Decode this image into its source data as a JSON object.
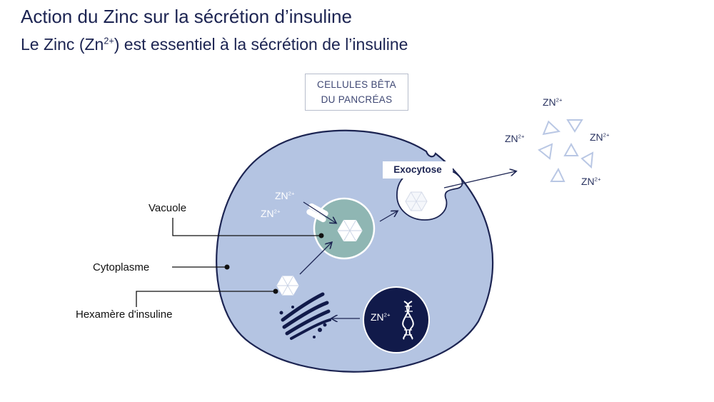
{
  "header": {
    "title": "Action du Zinc sur la sécrétion d’insuline",
    "subtitle_pre": "Le Zinc (Zn",
    "subtitle_sup": "2+",
    "subtitle_post": ") est essentiel à la sécrétion de l’insuline"
  },
  "cell_type": {
    "line1": "CELLULES BÊTA",
    "line2": "DU PANCRÉAS"
  },
  "labels": {
    "vacuole": "Vacuole",
    "cytoplasm": "Cytoplasme",
    "hexamer": "Hexamère d'insuline",
    "exocytosis": "Exocytose"
  },
  "zinc": {
    "symbol": "ZN",
    "charge": "2+"
  },
  "colors": {
    "title": "#1c2452",
    "cell_fill": "#b4c4e2",
    "cell_border": "#1c2452",
    "vacuole_fill": "#8fb6b3",
    "nucleus_fill": "#111a4a",
    "zinc_triangle": "#b9c7e4"
  },
  "icons": [
    "insulin-hexamer-icon",
    "golgi-apparatus-icon",
    "dna-helix-icon",
    "zinc-transporter-icon",
    "zinc-ion-triangle-icon"
  ]
}
